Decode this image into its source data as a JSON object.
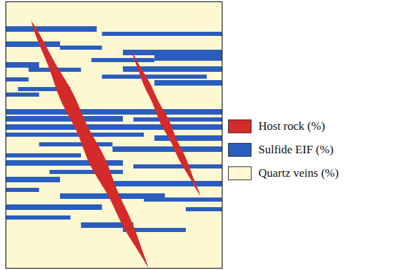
{
  "diagram": {
    "legend": [
      {
        "text": "Host rock (%)",
        "color": "#d42a2a"
      },
      {
        "text": "Sulfide EIF (%)",
        "color": "#2b5dbf"
      },
      {
        "text": "Quartz veins (%)",
        "color": "#fdf8d2"
      }
    ]
  }
}
